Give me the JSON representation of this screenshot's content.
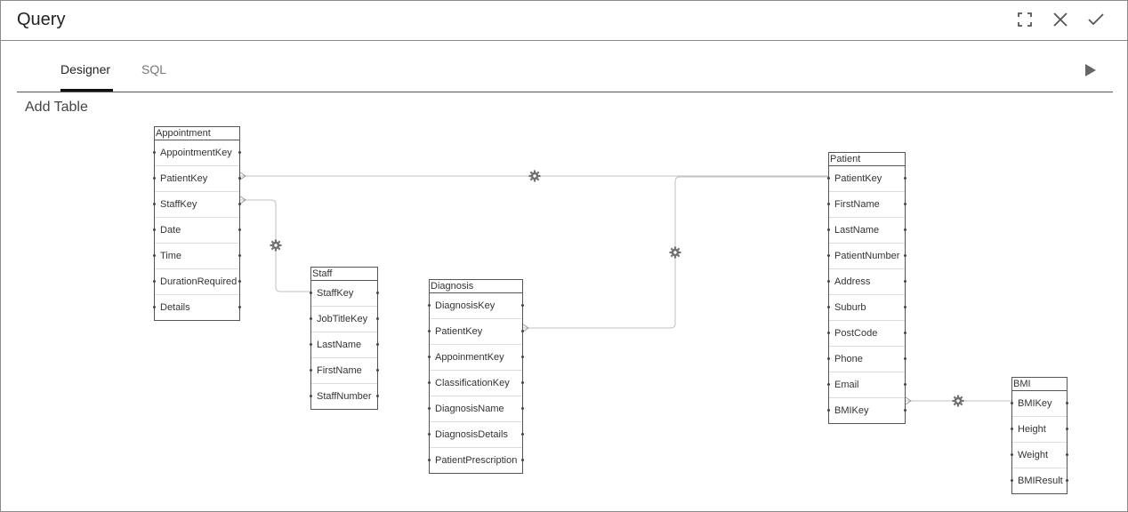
{
  "window": {
    "title": "Query"
  },
  "toolbar": {
    "icons": [
      "fullscreen-icon",
      "close-icon",
      "check-icon"
    ]
  },
  "tabs": [
    {
      "label": "Designer",
      "active": true
    },
    {
      "label": "SQL",
      "active": false
    }
  ],
  "designer": {
    "add_table_label": "Add Table"
  },
  "tables": {
    "appointment": {
      "name": "Appointment",
      "fields": [
        "AppointmentKey",
        "PatientKey",
        "StaffKey",
        "Date",
        "Time",
        "DurationRequired",
        "Details"
      ]
    },
    "staff": {
      "name": "Staff",
      "fields": [
        "StaffKey",
        "JobTitleKey",
        "LastName",
        "FirstName",
        "StaffNumber"
      ]
    },
    "diagnosis": {
      "name": "Diagnosis",
      "fields": [
        "DiagnosisKey",
        "PatientKey",
        "AppoinmentKey",
        "ClassificationKey",
        "DiagnosisName",
        "DiagnosisDetails",
        "PatientPrescription"
      ]
    },
    "patient": {
      "name": "Patient",
      "fields": [
        "PatientKey",
        "FirstName",
        "LastName",
        "PatientNumber",
        "Address",
        "Suburb",
        "PostCode",
        "Phone",
        "Email",
        "BMIKey"
      ]
    },
    "bmi": {
      "name": "BMI",
      "fields": [
        "BMIKey",
        "Height",
        "Weight",
        "BMIResult"
      ]
    }
  },
  "colors": {
    "line": "#c0c0c0",
    "gear": "#707070",
    "border": "#555555"
  }
}
